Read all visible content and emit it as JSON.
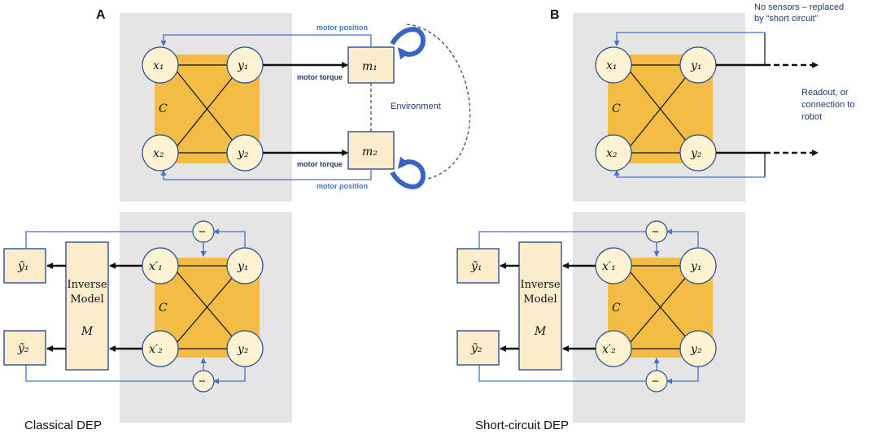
{
  "panels": {
    "a": {
      "letter": "A",
      "nodes": {
        "x1": "x₁",
        "y1": "y₁",
        "x2": "x₂",
        "y2": "y₂"
      },
      "core_label": "C",
      "motor1": "m₁",
      "motor2": "m₂",
      "motor_position_top": "motor position",
      "motor_position_bottom": "motor position",
      "motor_torque_top": "motor torque",
      "motor_torque_bottom": "motor torque",
      "environment": "Environment",
      "model": {
        "nodes": {
          "x1": "x′₁",
          "y1": "y₁",
          "x2": "x′₂",
          "y2": "y₂"
        },
        "core_label": "C",
        "inverse_lines": [
          "Inverse",
          "Model",
          "M"
        ],
        "out1": "ỹ₁",
        "out2": "ỹ₂",
        "minus": "−"
      },
      "caption": "Classical DEP"
    },
    "b": {
      "letter": "B",
      "nodes": {
        "x1": "x₁",
        "y1": "y₁",
        "x2": "x₂",
        "y2": "y₂"
      },
      "core_label": "C",
      "sensor_note": [
        "No sensors – replaced",
        "by “short circuit”"
      ],
      "readout_note": [
        "Readout, or",
        "connection to",
        "robot"
      ],
      "model": {
        "nodes": {
          "x1": "x′₁",
          "y1": "y₁",
          "x2": "x′₂",
          "y2": "y₂"
        },
        "core_label": "C",
        "inverse_lines": [
          "Inverse",
          "Model",
          "M"
        ],
        "out1": "ỹ₁",
        "out2": "ỹ₂",
        "minus": "−"
      },
      "caption": "Short-circuit DEP"
    }
  }
}
